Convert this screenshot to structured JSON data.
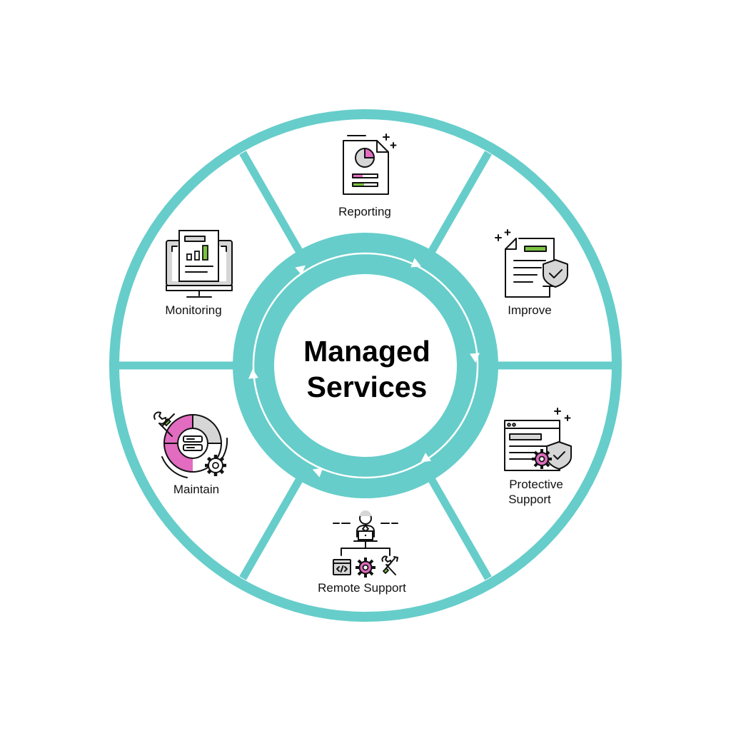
{
  "center": {
    "line1": "Managed",
    "line2": "Services"
  },
  "segments": [
    {
      "label": "Reporting",
      "icon": "report-pie-chart-icon"
    },
    {
      "label": "Improve",
      "icon": "document-shield-icon"
    },
    {
      "label_line1": "Protective",
      "label_line2": "Support",
      "icon": "browser-shield-gear-icon"
    },
    {
      "label": "Remote Support",
      "icon": "user-laptop-tools-icon"
    },
    {
      "label": "Maintain",
      "icon": "server-donut-wrench-gear-icon"
    },
    {
      "label": "Monitoring",
      "icon": "monitor-bar-chart-icon"
    }
  ],
  "colors": {
    "ring": "#66cdca",
    "accent_pink": "#e26cc0",
    "accent_green": "#7cc242",
    "icon_grey": "#d6d6d6",
    "text": "#111111"
  }
}
